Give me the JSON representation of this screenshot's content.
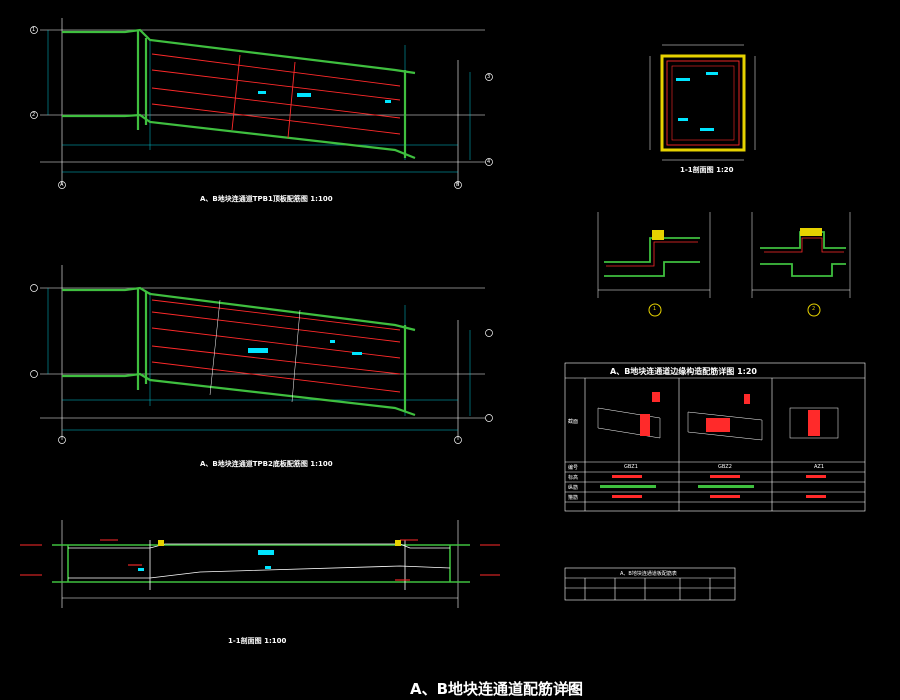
{
  "sheet": {
    "title": "A、B地块连通道配筋详图",
    "scale": "1:100"
  },
  "views": {
    "plan1_title": "A、B地块连通道TPB1顶板配筋图 1:100",
    "plan2_title": "A、B地块连通道TPB2底板配筋图 1:100",
    "section11_title": "1-1剖面图 1:20",
    "section_long_title": "1-1剖面图 1:100",
    "detail1_mark": "1",
    "detail2_mark": "2"
  },
  "axes": {
    "left_top": "1",
    "left_bottom": "2",
    "right_top": "3",
    "right_bottom": "4",
    "bottom_left": "A",
    "bottom_right": "B"
  },
  "edge_table": {
    "title": "A、B地块连通道边缘构造配筋详图 1:20",
    "row_labels": [
      "截面",
      "编号",
      "标高",
      "纵筋",
      "箍筋"
    ],
    "columns": [
      "GBZ1",
      "GBZ2",
      "AZ1"
    ]
  },
  "small_table": {
    "title": "A、B地块连通道板配筋表"
  },
  "colors": {
    "background": "#000000",
    "structure_green": "#3fbf3f",
    "rebar_red": "#ff2a2a",
    "dimension_cyan": "#00c8d6",
    "axis_white": "#ffffff",
    "label_cyan": "#00e5ff",
    "hatch_yellow": "#e6d200"
  }
}
